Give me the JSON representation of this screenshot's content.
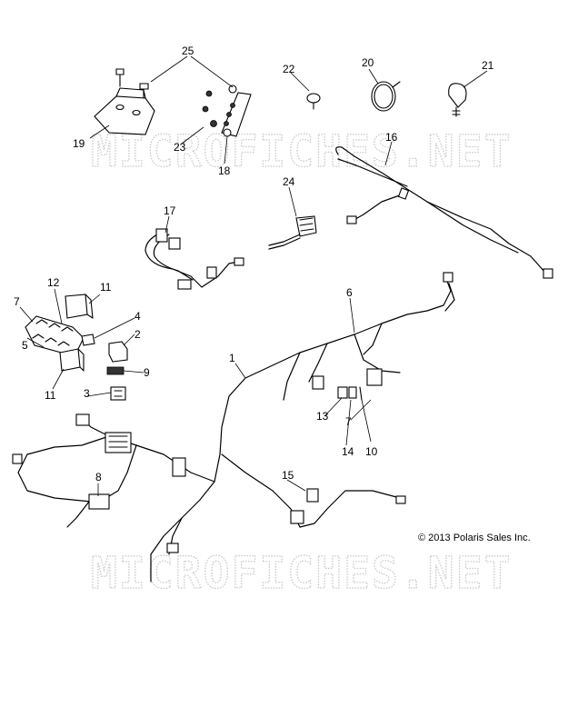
{
  "watermarks": [
    "MICROFICHES.NET",
    "MICROFICHES.NET"
  ],
  "copyright": "© 2013 Polaris Sales Inc.",
  "callouts": [
    "1",
    "2",
    "3",
    "4",
    "5",
    "6",
    "7",
    "7",
    "8",
    "9",
    "10",
    "11",
    "11",
    "12",
    "13",
    "14",
    "15",
    "16",
    "17",
    "18",
    "19",
    "20",
    "21",
    "22",
    "23",
    "24",
    "25"
  ]
}
